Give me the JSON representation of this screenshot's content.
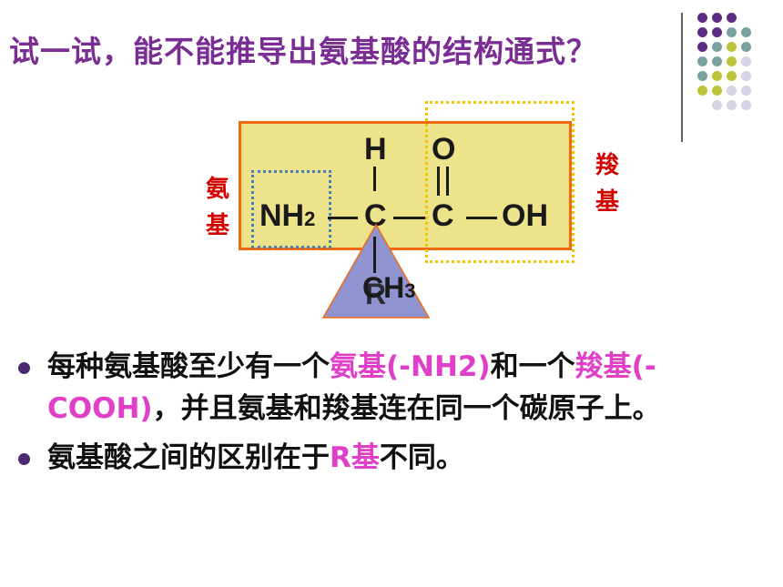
{
  "title": "试一试，能不能推导出氨基酸的结构通式？",
  "structure": {
    "h_atom": "H",
    "o_atom": "O",
    "nh2_atom": "NH",
    "nh2_sub": "2",
    "c1_atom": "C",
    "c2_atom": "C",
    "oh_atom": "OH",
    "ch3_atom": "CH",
    "ch3_sub": "3",
    "r_group": "R"
  },
  "labels": {
    "amino_chars": [
      "氨",
      "基"
    ],
    "carboxyl_chars": [
      "羧",
      "基"
    ]
  },
  "bullets": {
    "b1_a": "每种氨基酸至少有一个",
    "b1_hl1": "氨基(-NH2)",
    "b1_b": "和一个",
    "b1_hl2": "羧基(-COOH)",
    "b1_c": "，并且氨基和羧基连在同一个碳原子上。",
    "b2_a": "氨基酸之间的区别在于",
    "b2_hl": "R基",
    "b2_b": "不同。"
  },
  "colors": {
    "title": "#7a2e93",
    "box_fill": "#ece38a",
    "box_border": "#f26a10",
    "amino_box": "#4a7fb8",
    "carboxyl_box": "#f2c400",
    "label_red": "#d40000",
    "highlight": "#e040c8",
    "triangle": "#8f93cf",
    "dot_purple": "#5b2d84",
    "dot_teal": "#7aa3a0",
    "dot_olive": "#bcc43a",
    "dot_lilac": "#d4d4e6"
  }
}
